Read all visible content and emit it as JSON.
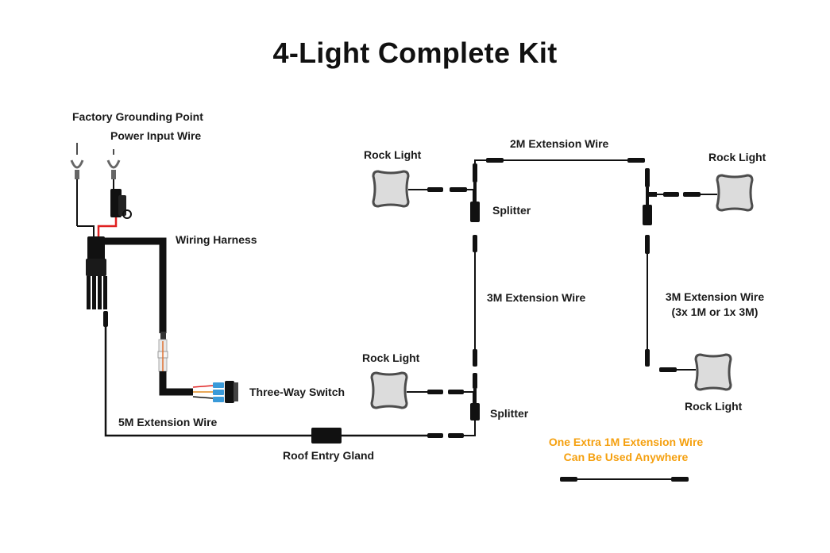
{
  "title": "4-Light Complete Kit",
  "labels": {
    "factory_ground": "Factory Grounding Point",
    "power_input": "Power Input Wire",
    "wiring_harness": "Wiring Harness",
    "three_way_switch": "Three-Way Switch",
    "five_m_ext": "5M Extension Wire",
    "roof_gland": "Roof Entry Gland",
    "rock_light_1": "Rock Light",
    "rock_light_2": "Rock Light",
    "rock_light_3": "Rock Light",
    "rock_light_4": "Rock Light",
    "splitter_1": "Splitter",
    "splitter_2": "Splitter",
    "two_m_ext": "2M Extension Wire",
    "three_m_ext_1": "3M Extension Wire",
    "three_m_ext_2_line1": "3M Extension Wire",
    "three_m_ext_2_line2": "(3x 1M or 1x 3M)"
  },
  "note": {
    "line1": "One Extra 1M Extension Wire",
    "line2": "Can Be Used Anywhere",
    "color": "#f5a00f"
  },
  "colors": {
    "wire": "#111111",
    "power_wire": "#e02020",
    "light_fill": "#d9d9d9",
    "light_stroke": "#555555"
  }
}
